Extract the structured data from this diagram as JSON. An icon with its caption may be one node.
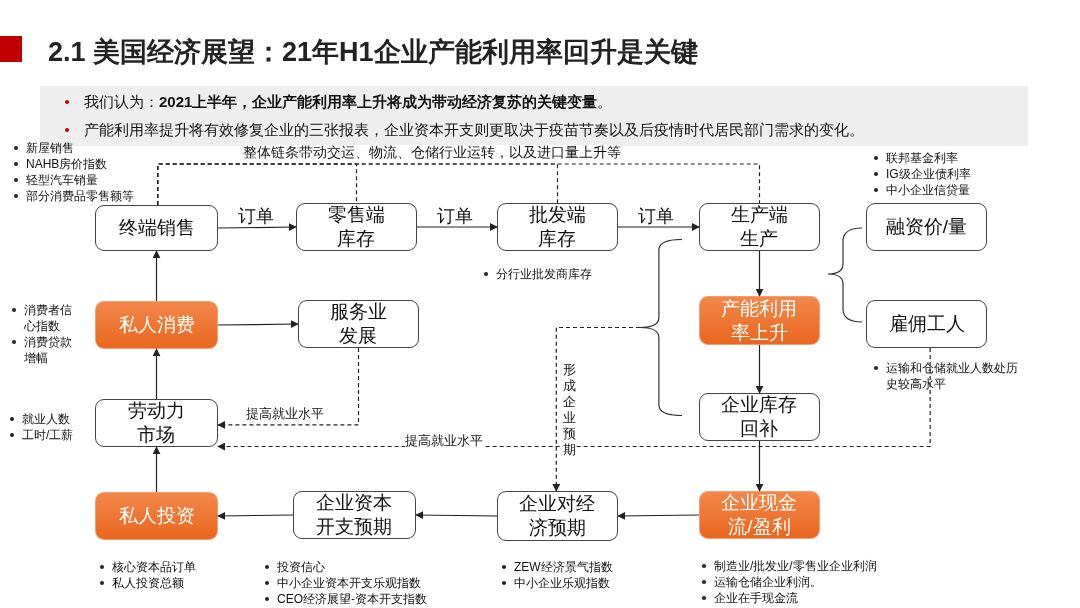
{
  "diagram": {
    "title": "2.1 美国经济展望：21年H1企业产能利用率回升是关键",
    "nodes": [
      {
        "text": [
          "终端销售"
        ],
        "beside": [
          "新屋销售",
          "NAHB房价指数",
          "轻型汽车销量",
          "部分消费品零售额等"
        ]
      },
      {
        "text": [
          "零售端库存"
        ]
      },
      {
        "text": [
          "批发端库存"
        ],
        "beside": [
          "分行业批发商库存"
        ]
      },
      {
        "text": [
          "生产端生产"
        ]
      },
      {
        "text": [
          "融资价/量"
        ],
        "beside": [
          "联邦基金利率",
          "IG级企业债利率",
          "中小企业信贷量"
        ]
      },
      {
        "text": [
          "私人消费"
        ],
        "beside": [
          "消费者信心指数",
          "消费贷款增幅"
        ]
      },
      {
        "text": [
          "服务业发展"
        ]
      },
      {
        "text": [
          "产能利用率上升"
        ]
      },
      {
        "text": [
          "雇佣工人"
        ],
        "beside": [
          "运输和仓储就业人数处历史较高水平"
        ]
      },
      {
        "text": [
          "劳动力市场"
        ],
        "beside": [
          "就业人数",
          "工时/工薪"
        ]
      },
      {
        "text": [
          "企业库存回补"
        ]
      },
      {
        "text": [
          "私人投资"
        ],
        "beside": [
          "核心资本品订单",
          "私人投资总额"
        ]
      },
      {
        "text": [
          "企业资本开支预期"
        ],
        "beside": [
          "投资信心",
          "中小企业资本开支乐观指数",
          "CEO经济展望-资本开支指数"
        ]
      },
      {
        "text": [
          "企业对经济预期"
        ],
        "beside": [
          "ZEW经济景气指数",
          "中小企业乐观指数"
        ]
      },
      {
        "text": [
          "企业现金流/盈利"
        ],
        "beside": [
          "制造业/批发业/零售业企业利润",
          "运输仓储企业利润。",
          "企业在手现金流"
        ]
      },
      {
        "text": [],
        "shape": "brace"
      }
    ],
    "edges": [
      {
        "from": 0,
        "to": 1,
        "arrow": "to",
        "label": "订单"
      },
      {
        "from": 1,
        "to": 2,
        "arrow": "to",
        "label": "订单"
      },
      {
        "from": 2,
        "to": 3,
        "arrow": "to",
        "label": "订单"
      },
      {
        "from": 3,
        "to": 7,
        "arrow": "to"
      },
      {
        "from": 7,
        "to": 10,
        "arrow": "to"
      },
      {
        "from": 10,
        "to": 14,
        "arrow": "to"
      },
      {
        "from": 14,
        "to": 13,
        "arrow": "to"
      },
      {
        "from": 13,
        "to": 12,
        "arrow": "to"
      },
      {
        "from": 12,
        "to": 11,
        "arrow": "to"
      },
      {
        "from": 11,
        "to": 9,
        "arrow": "to"
      },
      {
        "from": 9,
        "to": 5,
        "arrow": "to"
      },
      {
        "from": 5,
        "to": 0,
        "arrow": "to"
      },
      {
        "from": 5,
        "to": 6,
        "arrow": "to"
      },
      {
        "from": 6,
        "to": 9,
        "arrow": "to",
        "style": "dashed",
        "label": "提高就业水平"
      },
      {
        "from": 8,
        "to": 9,
        "arrow": "to",
        "style": "dashed",
        "label": "提高就业水平"
      },
      {
        "from": 15,
        "to": 13,
        "arrow": "to",
        "style": "dashed",
        "label": "形成企业预期"
      },
      {
        "from": 0,
        "to": 1,
        "arrow": "none",
        "style": "dashed"
      },
      {
        "from": 0,
        "to": 2,
        "arrow": "none",
        "style": "dashed"
      },
      {
        "from": 0,
        "to": 3,
        "arrow": "none",
        "style": "dashed",
        "label": "整体链条带动交运、物流、仓储行业运转，以及进口量上升等"
      }
    ],
    "labels": [
      "我们认为：**2021上半年，企业产能利用率上升将成为带动经济复苏的关键变量**。",
      "产能利用率提升将有效修复企业的三张报表，企业资本开支则更取决于疫苗节奏以及后疫情时代居民部门需求的变化。"
    ]
  }
}
